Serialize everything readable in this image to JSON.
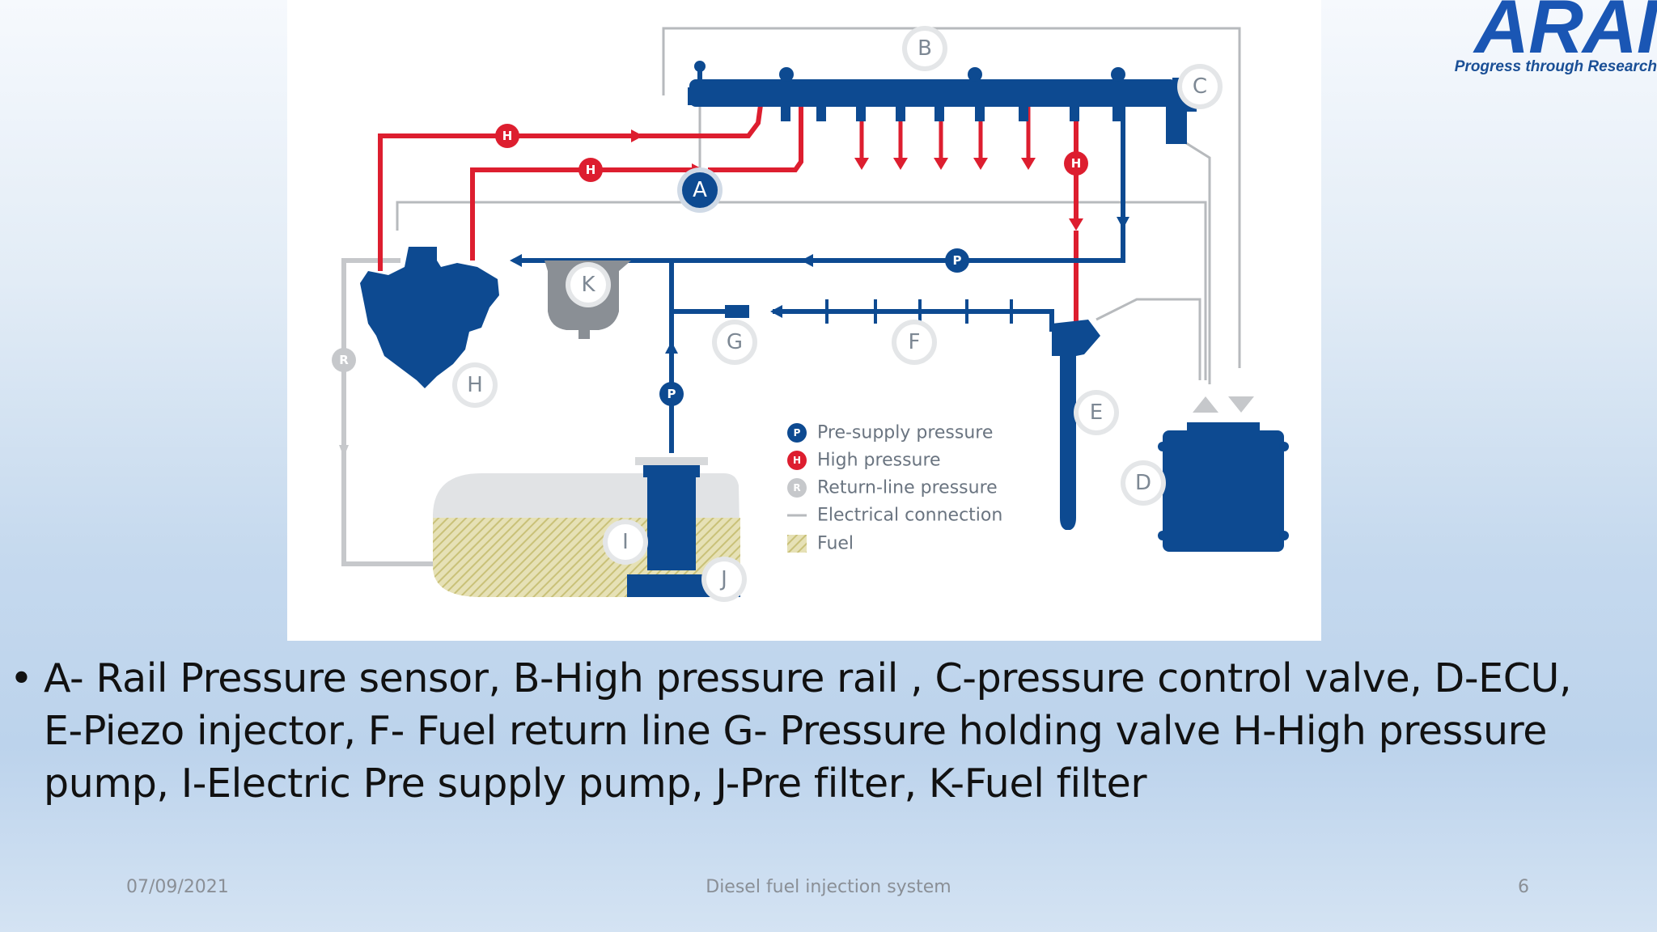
{
  "logo": {
    "wordmark": "ARAI",
    "tagline": "Progress through Research"
  },
  "diagram": {
    "callouts": [
      "A",
      "B",
      "C",
      "D",
      "E",
      "F",
      "G",
      "H",
      "I",
      "J",
      "K"
    ],
    "badges": {
      "pre_supply": "P",
      "high": "H",
      "return": "R"
    },
    "legend": [
      {
        "key": "P",
        "label": "Pre-supply pressure"
      },
      {
        "key": "H",
        "label": "High pressure"
      },
      {
        "key": "R",
        "label": "Return-line pressure"
      },
      {
        "key": "",
        "label": "Electrical connection"
      },
      {
        "key": "",
        "label": "Fuel"
      }
    ],
    "colors": {
      "pre_supply": "#0d4a91",
      "high": "#dd1e2f",
      "return": "#c6c8cb",
      "electrical": "#b7babd",
      "fuel": "#c9c178"
    }
  },
  "bullet": {
    "marker": "•",
    "text": "A- Rail Pressure sensor, B-High pressure rail , C-pressure control valve, D-ECU, E-Piezo injector, F- Fuel return line G- Pressure holding valve H-High pressure pump, I-Electric Pre supply pump, J-Pre filter, K-Fuel filter"
  },
  "footer": {
    "date": "07/09/2021",
    "title": "Diesel fuel injection system",
    "page": "6"
  }
}
